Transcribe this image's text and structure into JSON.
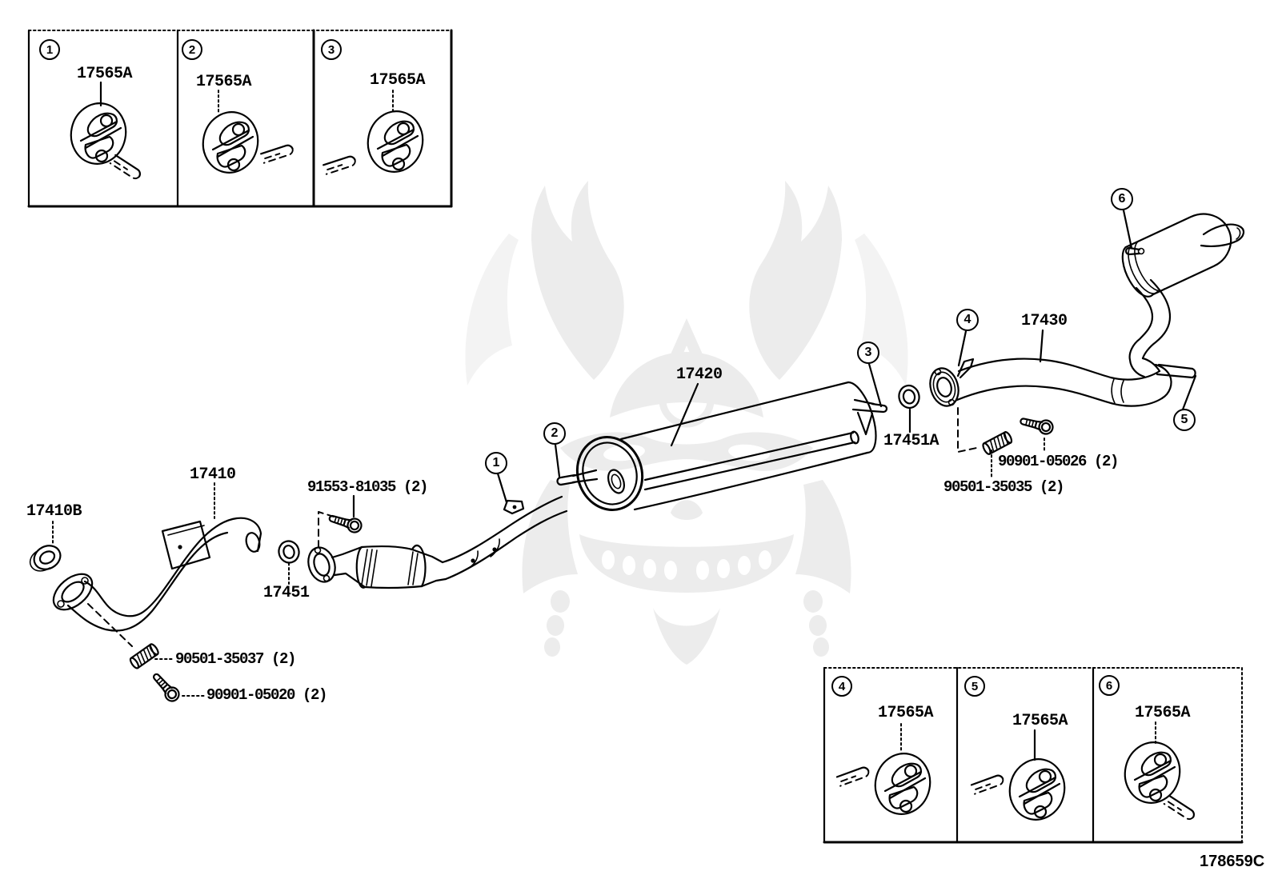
{
  "page": {
    "background": "#ffffff",
    "line_color": "#000000",
    "watermark_color": "#ececec",
    "drawing_code": "178659C"
  },
  "ref_boxes": {
    "top": {
      "cells": [
        {
          "callout": "1",
          "part_number": "17565A"
        },
        {
          "callout": "2",
          "part_number": "17565A"
        },
        {
          "callout": "3",
          "part_number": "17565A"
        }
      ]
    },
    "bottom": {
      "cells": [
        {
          "callout": "4",
          "part_number": "17565A"
        },
        {
          "callout": "5",
          "part_number": "17565A"
        },
        {
          "callout": "6",
          "part_number": "17565A"
        }
      ]
    }
  },
  "callouts": [
    {
      "num": "1"
    },
    {
      "num": "2"
    },
    {
      "num": "3"
    },
    {
      "num": "4"
    },
    {
      "num": "5"
    },
    {
      "num": "6"
    }
  ],
  "labels": {
    "front_exhaust_pipe": "17410",
    "front_pipe_gasket": "17410B",
    "front_pipe_bolt": "91553-81035 (2)",
    "center_pipe_gasket": "17451",
    "front_compression_spring": "90501-35037 (2)",
    "front_flange_bolt": "90901-05020 (2)",
    "center_exhaust_pipe": "17420",
    "tail_pipe_gasket": "17451A",
    "tail_flange_bolt": "90901-05026 (2)",
    "tail_compression_spring": "90501-35035 (2)",
    "tail_exhaust_pipe": "17430"
  }
}
